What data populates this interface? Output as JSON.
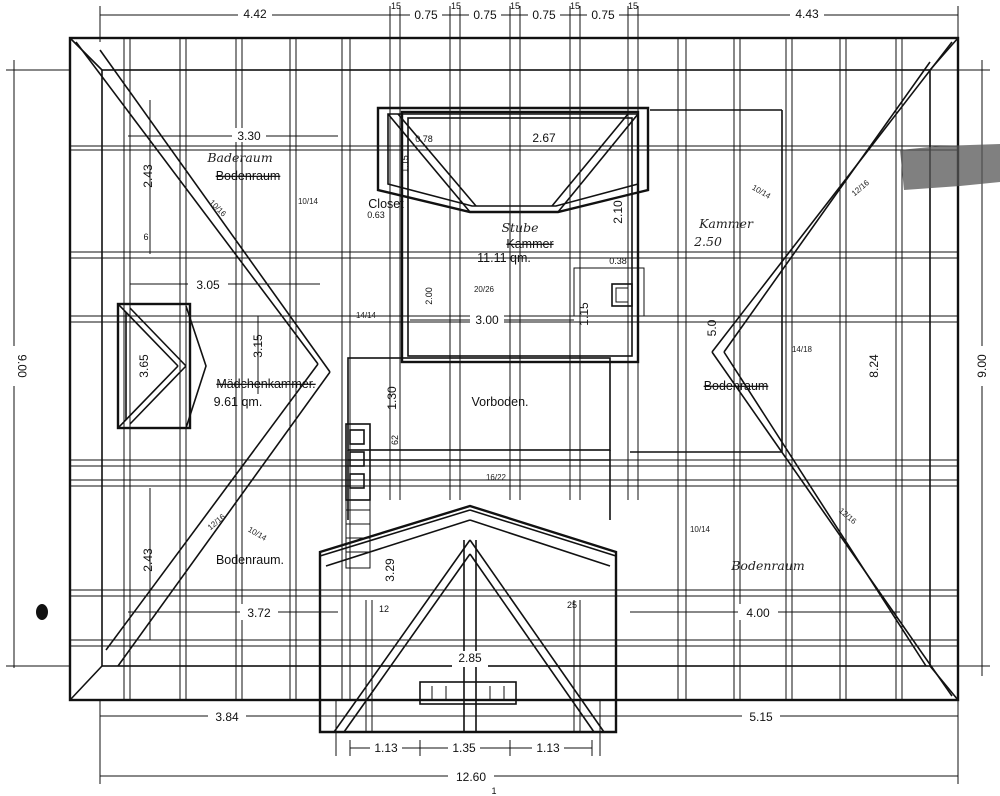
{
  "dimensions": {
    "top": [
      "4.42",
      "15",
      "0.75",
      "15",
      "0.75",
      "15",
      "0.75",
      "15",
      "0.75",
      "15",
      "4.43"
    ],
    "left_height": "9.00",
    "right_height": "9.00",
    "bottom_left": "3.84",
    "bottom_right": "5.15",
    "bottom_gable": [
      "1.13",
      "1.35",
      "1.13"
    ],
    "overall": "12.60"
  },
  "interior_dimensions": {
    "d330": "3.30",
    "d243_top": "2.43",
    "d6": "6",
    "d305": "3.05",
    "d315": "3.15",
    "d365": "3.65",
    "d243_bottom": "2.43",
    "d372": "3.72",
    "d078": "0.78",
    "d267": "2.67",
    "d115": "1.15",
    "d063": "0.63",
    "d210": "2.10",
    "d250": "2.50",
    "d038": "0.38",
    "d200": "2.00",
    "d300": "3.00",
    "d115b": "1.15",
    "d130": "1.30",
    "d50": "5.0",
    "d824": "8.24",
    "d329": "3.29",
    "d12": "12",
    "d25": "25",
    "d285": "2.85",
    "d400": "4.00",
    "d62": "62",
    "page_no": "1"
  },
  "rooms": {
    "baderaum": "Baderaum",
    "bodenraum_nw": "Bodenraum",
    "closet": "Closet",
    "stube": "Stube",
    "kammer_c": "Kammer",
    "stube_area": "11.11 qm.",
    "kammer_e": "Kammer",
    "maedchenkammer": "Mädchenkammer.",
    "maedchen_area": "9.61 qm.",
    "vorboden": "Vorboden.",
    "bodenraum_e": "Bodenraum",
    "bodenraum_sw": "Bodenraum.",
    "bodenraum_se": "Bodenraum"
  },
  "beams": {
    "b1016a": "10/16",
    "b1014a": "10/14",
    "b2026": "20/26",
    "b1414": "14/14",
    "b1014b": "10/14",
    "b1216a": "12/16",
    "b1418": "14/18",
    "b1622": "16/22",
    "b1216b": "12/16",
    "b1014c": "10/14",
    "b1014d": "10/14",
    "b1216c": "12/16"
  }
}
